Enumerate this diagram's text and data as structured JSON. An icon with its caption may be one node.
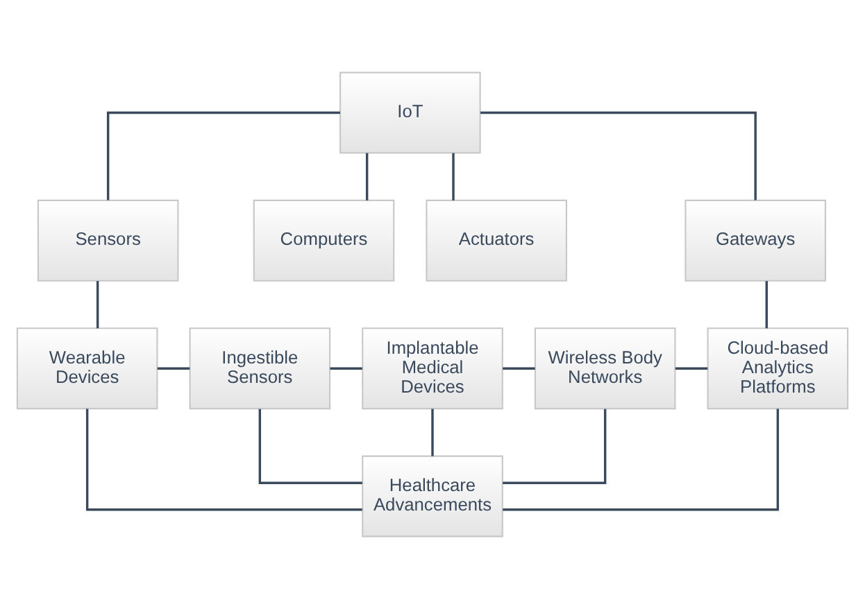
{
  "diagram": {
    "nodes": [
      {
        "text": [
          "IoT"
        ]
      },
      {
        "text": [
          "Sensors"
        ]
      },
      {
        "text": [
          "Computers"
        ]
      },
      {
        "text": [
          "Actuators"
        ]
      },
      {
        "text": [
          "Gateways"
        ]
      },
      {
        "text": [
          "Wearable Devices"
        ]
      },
      {
        "text": [
          "Ingestible Sensors"
        ]
      },
      {
        "text": [
          "Implantable Medical Devices"
        ]
      },
      {
        "text": [
          "Wireless Body Networks"
        ]
      },
      {
        "text": [
          "Cloud-based Analytics Platforms"
        ]
      },
      {
        "text": [
          "Healthcare Advancements"
        ]
      }
    ],
    "edges": [
      {
        "from": 0,
        "to": 1,
        "arrow": "none"
      },
      {
        "from": 0,
        "to": 2,
        "arrow": "none"
      },
      {
        "from": 0,
        "to": 3,
        "arrow": "none"
      },
      {
        "from": 0,
        "to": 4,
        "arrow": "none"
      },
      {
        "from": 1,
        "to": 5,
        "arrow": "none"
      },
      {
        "from": 4,
        "to": 9,
        "arrow": "none"
      },
      {
        "from": 5,
        "to": 6,
        "arrow": "none"
      },
      {
        "from": 6,
        "to": 7,
        "arrow": "none"
      },
      {
        "from": 7,
        "to": 8,
        "arrow": "none"
      },
      {
        "from": 8,
        "to": 9,
        "arrow": "none"
      },
      {
        "from": 5,
        "to": 10,
        "arrow": "none"
      },
      {
        "from": 6,
        "to": 10,
        "arrow": "none"
      },
      {
        "from": 7,
        "to": 10,
        "arrow": "none"
      },
      {
        "from": 8,
        "to": 10,
        "arrow": "none"
      },
      {
        "from": 9,
        "to": 10,
        "arrow": "none"
      }
    ]
  }
}
